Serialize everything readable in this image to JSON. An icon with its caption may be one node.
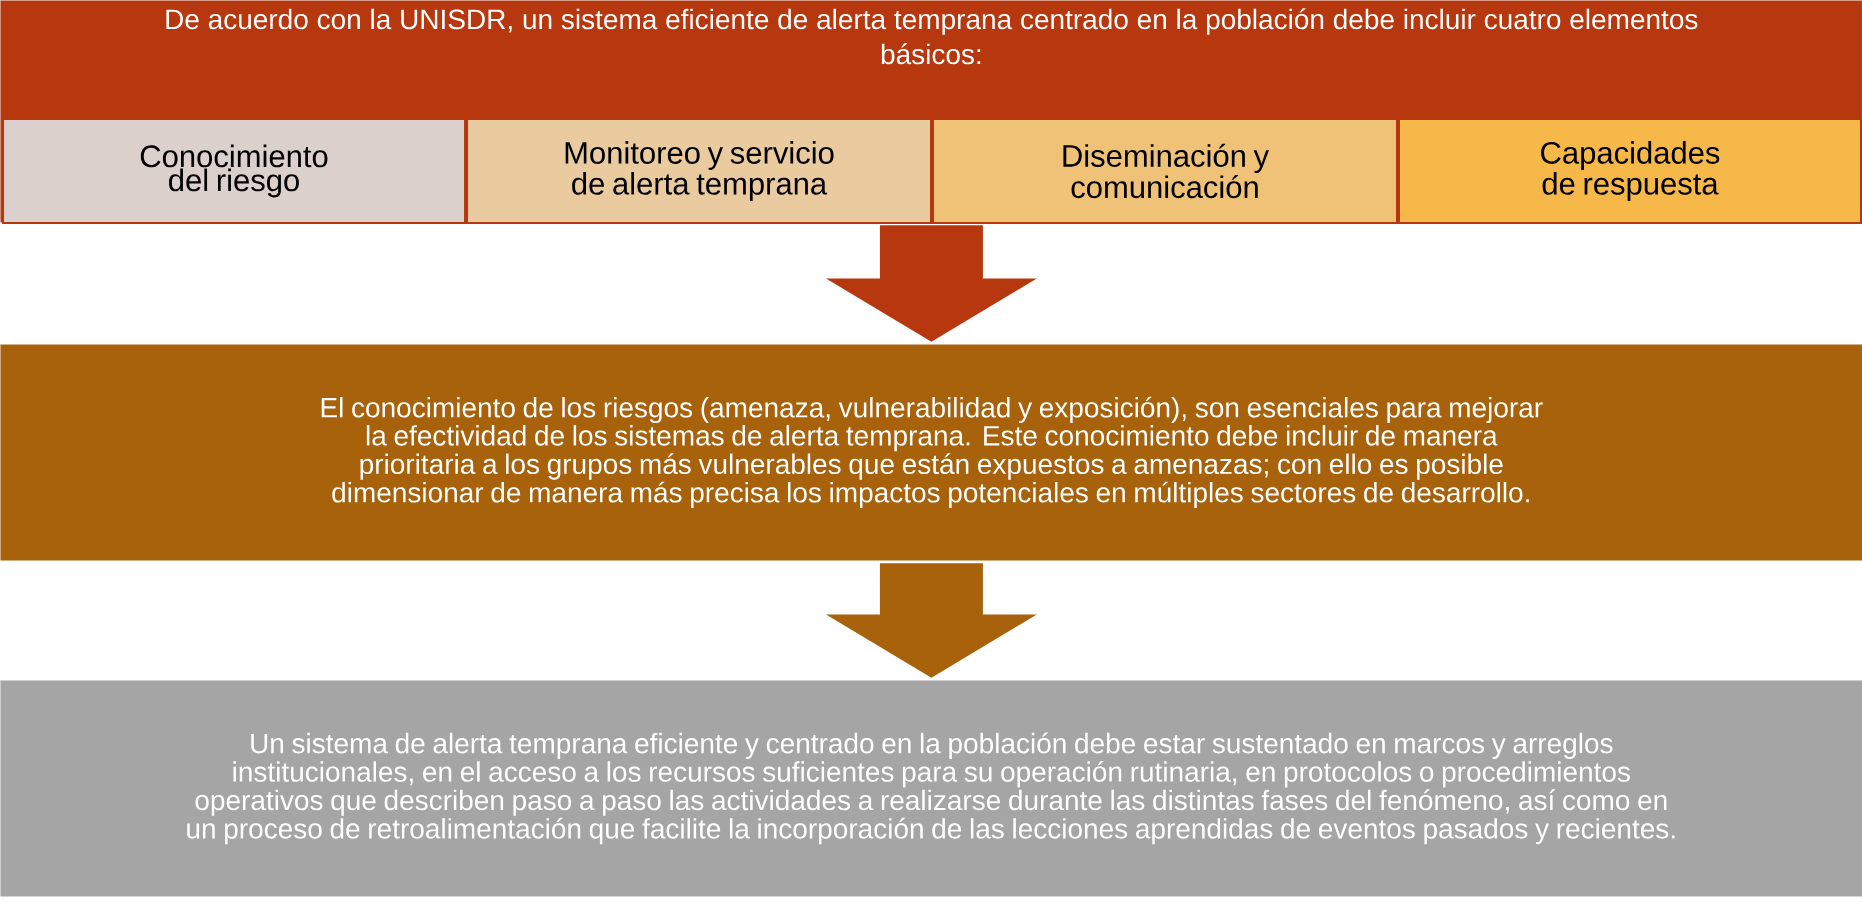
{
  "diagram": {
    "nodes": [
      {
        "text": [
          "De acuerdo con la UNISDR, un sistema eficiente de alerta temprana centrado en la población debe incluir cuatro elementos básicos:"
        ]
      },
      {
        "text": [
          "Conocimiento del riesgo"
        ],
        "in": 0
      },
      {
        "text": [
          "Monitoreo y servicio de alerta temprana"
        ],
        "in": 0
      },
      {
        "text": [
          "Diseminación y comunicación"
        ],
        "in": 0
      },
      {
        "text": [
          "Capacidades de respuesta"
        ],
        "in": 0
      },
      {
        "text": [
          "El conocimiento de los riesgos (amenaza, vulnerabilidad y exposición), son esenciales para mejorar la efectividad de los sistemas de alerta temprana. Este conocimiento debe incluir de manera prioritaria a los grupos más vulnerables que están expuestos a amenazas; con ello es posible dimensionar de manera más precisa los impactos potenciales en múltiples sectores de desarrollo."
        ]
      },
      {
        "text": [
          "Un sistema de alerta temprana eficiente y centrado en la población debe estar sustentado en marcos y arreglos institucionales, en el acceso a los recursos suficientes para su operación rutinaria, en protocolos o procedimientos operativos que describen paso a paso las actividades a realizarse durante las distintas fases del fenómeno, así como en un proceso de retroalimentación que facilite la incorporación de las lecciones aprendidas de eventos pasados y recientes."
        ]
      }
    ],
    "edges": [
      {
        "from": 0,
        "to": 5,
        "arrow": "to",
        "style": "thick",
        "color": "#b7380f"
      },
      {
        "from": 5,
        "to": 6,
        "arrow": "to",
        "style": "thick",
        "color": "#a7620b"
      }
    ]
  }
}
